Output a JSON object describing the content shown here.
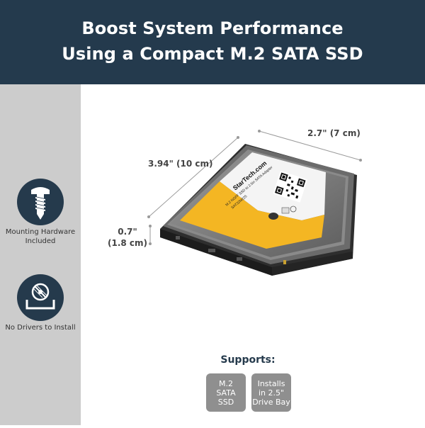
{
  "header": {
    "title_line1": "Boost System Performance",
    "title_line2": "Using a Compact M.2 SATA SSD"
  },
  "sidebar": {
    "features": [
      {
        "icon": "screw-icon",
        "label_line1": "Mounting Hardware",
        "label_line2": "Included"
      },
      {
        "icon": "no-drivers-icon",
        "label_line1": "No Drivers to Install",
        "label_line2": ""
      }
    ]
  },
  "dimensions": {
    "width": "2.7\" (7 cm)",
    "length": "3.94\" (10 cm)",
    "height_line1": "0.7\"",
    "height_line2": "(1.8 cm)"
  },
  "product": {
    "brand": "StarTech.com",
    "label_line1": "M.2 NGFF SSD to 2.5in SATA Adapter",
    "label_line2": "SAT32M225"
  },
  "supports": {
    "title": "Supports:",
    "items": [
      {
        "line1": "M.2",
        "line2": "SATA",
        "line3": "SSD"
      },
      {
        "line1": "Installs",
        "line2": "in 2.5\"",
        "line3": "Drive Bay"
      }
    ]
  },
  "colors": {
    "header_bg": "#243a4d",
    "sidebar_bg": "#cccccc",
    "icon_bg": "#253a4c",
    "tag_bg": "#8f8f8f",
    "label_yellow": "#f4b623"
  }
}
